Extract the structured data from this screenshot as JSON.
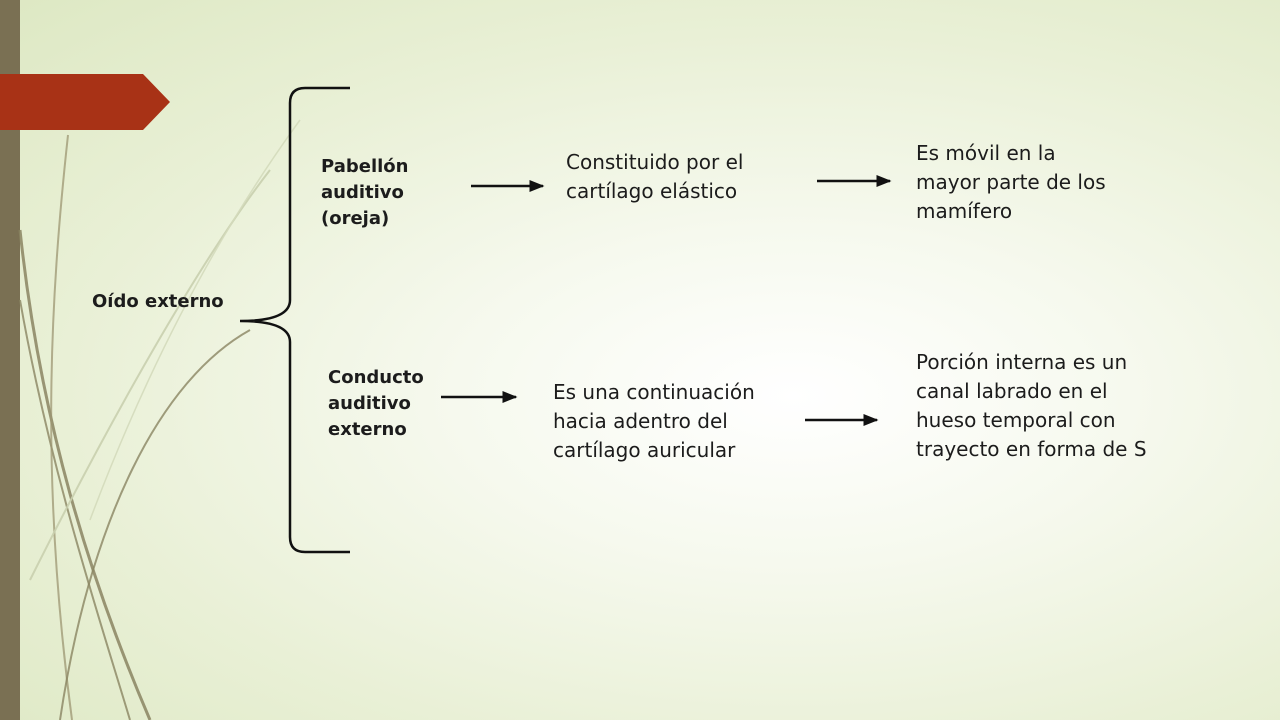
{
  "diagram": {
    "root": {
      "label": "Oído externo"
    },
    "branches": [
      {
        "label_lines": [
          "Pabellón",
          "auditivo",
          "(oreja)"
        ],
        "description_lines": [
          "Constituido por el",
          "cartílago elástico"
        ],
        "detail_lines": [
          "Es móvil en la",
          "mayor parte de los",
          "mamífero"
        ]
      },
      {
        "label_lines": [
          "Conducto",
          "auditivo",
          "externo"
        ],
        "description_lines": [
          "Es una continuación",
          "hacia adentro del",
          "cartílago auricular"
        ],
        "detail_lines": [
          "Porción interna es un",
          "canal labrado en el",
          "hueso temporal con",
          "trayecto en forma de S"
        ]
      }
    ]
  },
  "colors": {
    "accent": "#a83216",
    "sidebar": "#7a7053",
    "background_light": "#ffffff",
    "background_dark": "#dde8c3",
    "text": "#1c1c1c",
    "decor_lines": "#8a8462"
  }
}
